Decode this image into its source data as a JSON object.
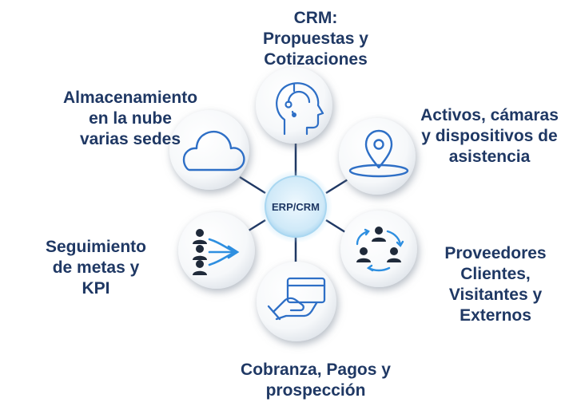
{
  "hub": {
    "label": "ERP/CRM"
  },
  "nodes": [
    {
      "id": "crm",
      "icon": "head-headset-icon",
      "label": "CRM:\nPropuestas y\nCotizaciones"
    },
    {
      "id": "cloud",
      "icon": "cloud-icon",
      "label": "Almacenamiento\nen la nube\nvarias sedes"
    },
    {
      "id": "assets",
      "icon": "location-pin-icon",
      "label": "Activos, cámaras\ny dispositivos de\nasistencia"
    },
    {
      "id": "kpi",
      "icon": "people-arrow-icon",
      "label": "Seguimiento\nde metas y\nKPI"
    },
    {
      "id": "suppliers",
      "icon": "people-cycle-icon",
      "label": "Proveedores\nClientes,\nVisitantes y\nExternos"
    },
    {
      "id": "payments",
      "icon": "hand-card-icon",
      "label": "Cobranza, Pagos y\nprospección"
    }
  ],
  "colors": {
    "text": "#1f3864",
    "icon": "#2e6fc6",
    "connector": "#1f3864",
    "hub_fill": "#cfe9f8",
    "hub_text": "#1f3864"
  }
}
